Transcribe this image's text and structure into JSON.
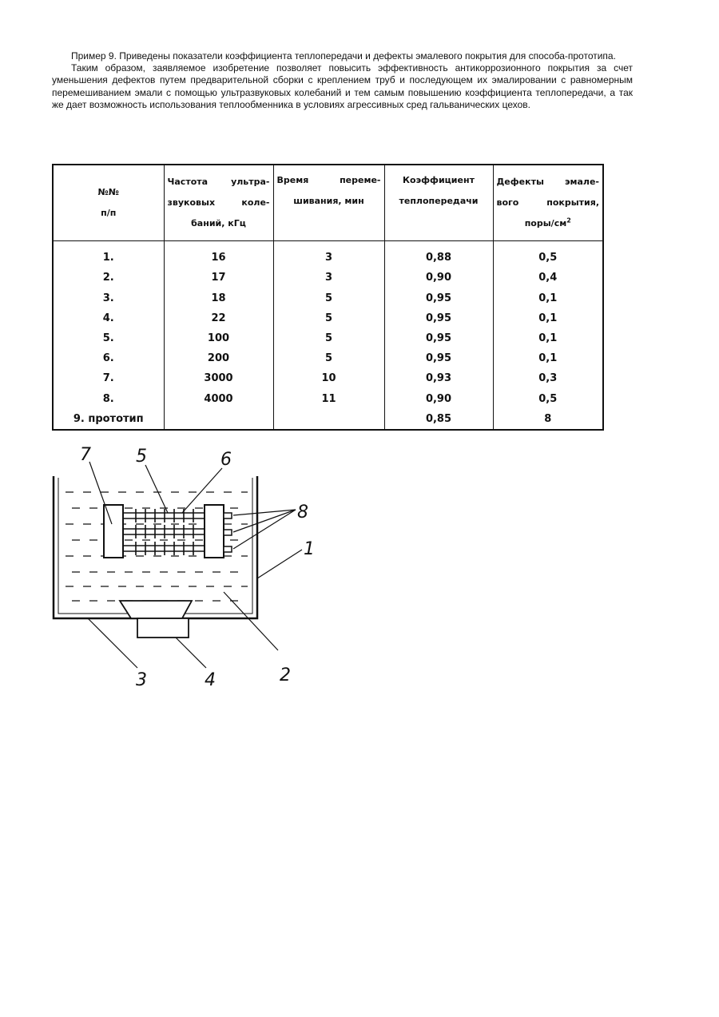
{
  "paragraphs": [
    "Пример 9. Приведены показатели коэффициента теплопередачи и дефекты эмалевого покрытия для способа-прототипа.",
    "Таким образом, заявляемое изобретение позволяет повысить эффективность антикоррозионного покрытия за счет уменьшения дефектов путем предварительной сборки с креплением труб и последующем их эмалировании с равномерным перемешиванием эмали с помощью ультразвуковых колебаний и тем самым повышению коэффициента теплопередачи, а так же дает возможность использования теплообменника в условиях агрессивных сред гальванических цехов."
  ],
  "table": {
    "headers": {
      "col1": [
        "№№",
        "п/п"
      ],
      "col2": [
        "Частота ультра-",
        "звуковых коле-",
        "баний, кГц"
      ],
      "col3": [
        "Время переме-",
        "шивания, мин"
      ],
      "col4": [
        "Коэффициент",
        "теплопередачи"
      ],
      "col5": [
        "Дефекты эмале-",
        "вого покрытия,",
        "поры/см",
        "2"
      ]
    },
    "rows": [
      {
        "n": "1.",
        "freq": "16",
        "time": "3",
        "coef": "0,88",
        "defects": "0,5"
      },
      {
        "n": "2.",
        "freq": "17",
        "time": "3",
        "coef": "0,90",
        "defects": "0,4"
      },
      {
        "n": "3.",
        "freq": "18",
        "time": "5",
        "coef": "0,95",
        "defects": "0,1"
      },
      {
        "n": "4.",
        "freq": "22",
        "time": "5",
        "coef": "0,95",
        "defects": "0,1"
      },
      {
        "n": "5.",
        "freq": "100",
        "time": "5",
        "coef": "0,95",
        "defects": "0,1"
      },
      {
        "n": "6.",
        "freq": "200",
        "time": "5",
        "coef": "0,95",
        "defects": "0,1"
      },
      {
        "n": "7.",
        "freq": "3000",
        "time": "10",
        "coef": "0,93",
        "defects": "0,3"
      },
      {
        "n": "8.",
        "freq": "4000",
        "time": "11",
        "coef": "0,90",
        "defects": "0,5"
      },
      {
        "n": "9. прототип",
        "freq": "",
        "time": "",
        "coef": "0,85",
        "defects": "8"
      }
    ]
  },
  "figure": {
    "labels": {
      "l1": "1",
      "l2": "2",
      "l3": "3",
      "l4": "4",
      "l5": "5",
      "l6": "6",
      "l7": "7",
      "l8": "8"
    }
  }
}
